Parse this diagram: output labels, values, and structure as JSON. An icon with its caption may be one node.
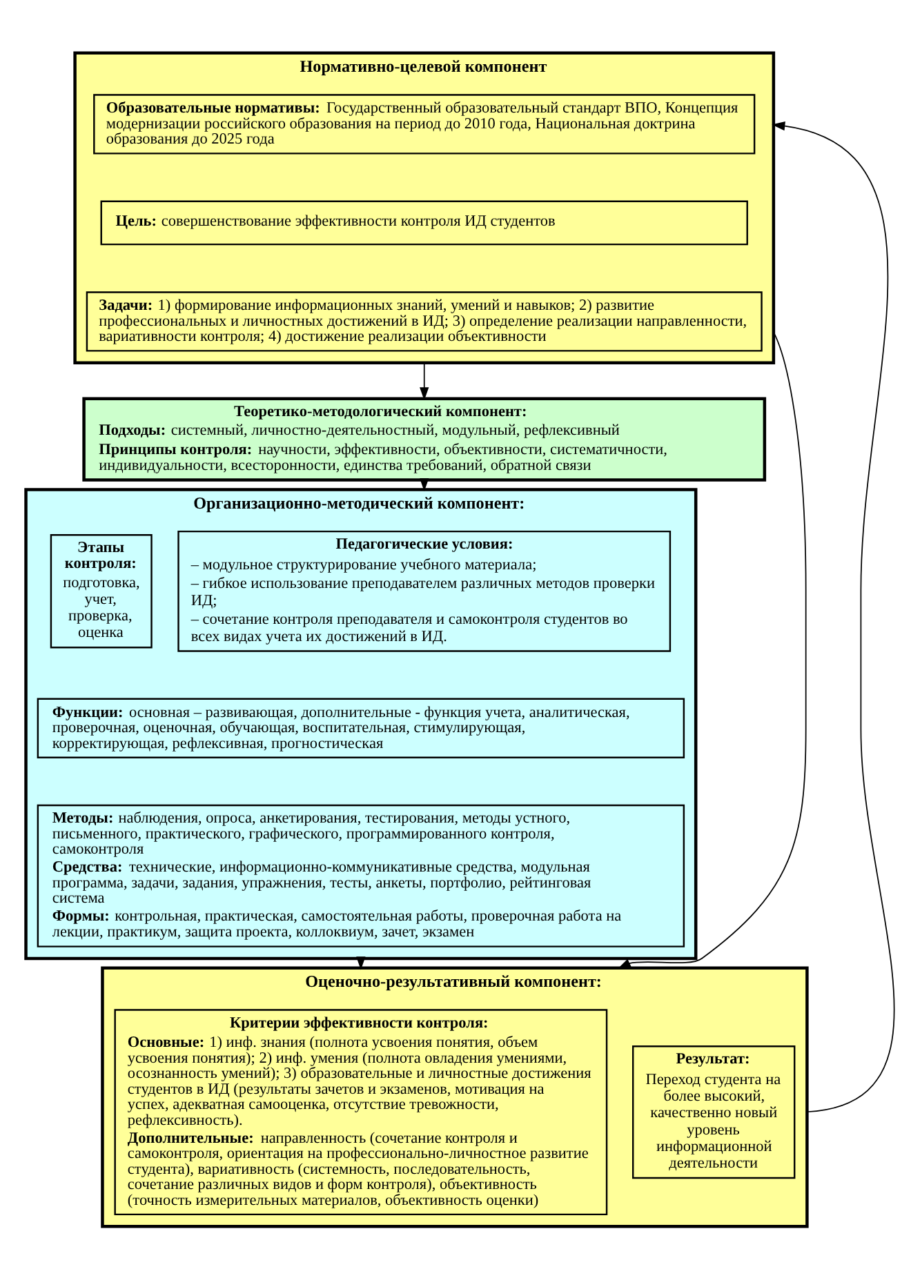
{
  "diagram": {
    "nodes": [
      {
        "text": [
          "Нормативно-целевой компонент"
        ]
      },
      {
        "text": [
          "**Образовательные нормативы:** Государственный образовательный стандарт ВПО, Концепция модернизации российского образования на период до 2010 года, Национальная доктрина образования до 2025 года"
        ],
        "in": 0
      },
      {
        "text": [
          "**Цель:** совершенствование эффективности контроля ИД студентов"
        ],
        "in": 0
      },
      {
        "text": [
          "**Задачи:** 1) формирование информационных знаний, умений и навыков; 2) развитие профессиональных и личностных достижений в ИД; 3) определение реализации направленности, вариативности контроля; 4) достижение реализации объективности"
        ],
        "in": 0
      },
      {
        "text": [
          "Теоретико-методологический компонент:",
          "**Подходы:** системный, личностно-деятельностный, модульный, рефлексивный",
          "**Принципы контроля:** научности, эффективности, объективности, систематичности, индивидуальности, всесторонности, единства требований, обратной связи"
        ]
      },
      {
        "text": [
          "Организационно-методический компонент:"
        ]
      },
      {
        "text": [
          "Этапы контроля:",
          "подготовка, учет, проверка, оценка"
        ],
        "in": 5
      },
      {
        "text": [
          "Педагогические условия:",
          "– модульное структурирование учебного материала;",
          "– гибкое использование преподавателем различных методов проверки ИД;",
          "– сочетание контроля преподавателя и самоконтроля студентов во всех видах учета их достижений в ИД."
        ],
        "in": 5
      },
      {
        "text": [
          "**Функции:** основная – развивающая, дополнительные - функция учета, аналитическая, проверочная, оценочная, обучающая, воспитательная, стимулирующая, корректирующая, рефлексивная, прогностическая"
        ],
        "in": 5
      },
      {
        "text": [
          "**Методы:** наблюдения, опроса, анкетирования, тестирования, методы устного, письменного, практического, графического, программированного контроля, самоконтроля",
          "**Средства:** технические, информационно-коммуникативные средства, модульная программа, задачи, задания, упражнения, тесты, анкеты, портфолио, рейтинговая система",
          "**Формы:** контрольная, практическая, самостоятельная работы, проверочная работа на лекции, практикум, защита проекта, коллоквиум, зачет, экзамен"
        ],
        "in": 5
      },
      {
        "text": [
          "Оценочно-результативный компонент:"
        ]
      },
      {
        "text": [
          "Критерии эффективности контроля:",
          "**Основные:** 1) инф. знания (полнота усвоения понятия, объем усвоения понятия); 2) инф. умения (полнота овладения умениями, осознанность умений); 3) образовательные и личностные достижения студентов в ИД (результаты зачетов и экзаменов, мотивация на успех, адекватная самооценка, отсутствие тревожности, рефлексивность).",
          "**Дополнительные:** направленность (сочетание контроля и самоконтроля, ориентация на профессионально-личностное развитие студента), вариативность (системность, последовательность, сочетание различных видов и форм контроля), объективность (точность измерительных материалов, объективность оценки)"
        ],
        "in": 10
      },
      {
        "text": [
          "Результат:",
          "Переход студента на более высокий, качественно новый уровень информационной деятельности"
        ],
        "in": 10
      }
    ],
    "edges": [
      {
        "from": 0,
        "to": 10,
        "arrow": "to"
      },
      {
        "from": 0,
        "to": 4,
        "arrow": "to"
      },
      {
        "from": 4,
        "to": 5,
        "arrow": "to"
      },
      {
        "from": 5,
        "to": 10,
        "arrow": "to"
      },
      {
        "from": 10,
        "to": 0,
        "arrow": "to"
      }
    ]
  }
}
